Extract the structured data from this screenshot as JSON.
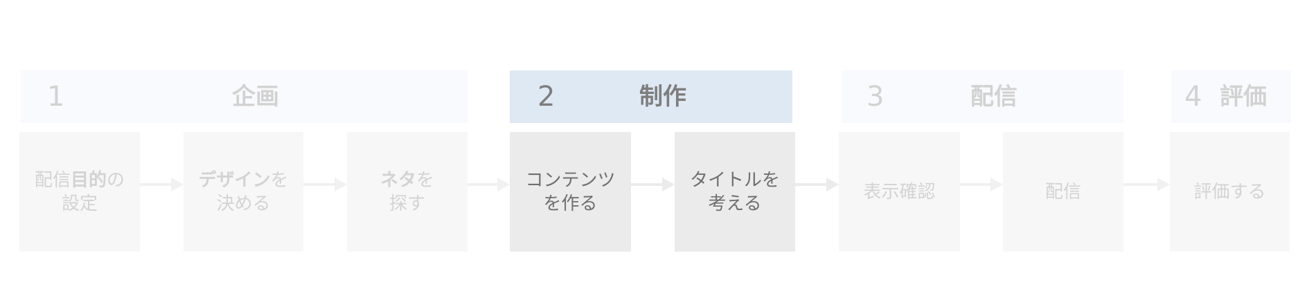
{
  "phases": [
    {
      "num": "1",
      "title": "企画",
      "state": "inactive"
    },
    {
      "num": "2",
      "title": "制作",
      "state": "active"
    },
    {
      "num": "3",
      "title": "配信",
      "state": "inactive"
    },
    {
      "num": "4",
      "title": "評価",
      "state": "inactive"
    }
  ],
  "steps": [
    {
      "line1_plain": "配信",
      "line1_bold": "目的",
      "line1_suffix": "の",
      "line2": "設定",
      "state": "inactive"
    },
    {
      "line1_plain": "",
      "line1_bold": "デザイン",
      "line1_suffix": "を",
      "line2": "決める",
      "state": "inactive"
    },
    {
      "line1_plain": "",
      "line1_bold": "ネタ",
      "line1_suffix": "を",
      "line2": "探す",
      "state": "inactive"
    },
    {
      "line1_plain": "コンテンツ",
      "line1_bold": "",
      "line1_suffix": "",
      "line2": "を作る",
      "state": "active"
    },
    {
      "line1_plain": "タイトルを",
      "line1_bold": "",
      "line1_suffix": "",
      "line2": "考える",
      "state": "active"
    },
    {
      "line1_plain": "表示確認",
      "line1_bold": "",
      "line1_suffix": "",
      "line2": "",
      "state": "inactive"
    },
    {
      "line1_plain": "配信",
      "line1_bold": "",
      "line1_suffix": "",
      "line2": "",
      "state": "inactive"
    },
    {
      "line1_plain": "評価する",
      "line1_bold": "",
      "line1_suffix": "",
      "line2": "",
      "state": "inactive"
    }
  ]
}
